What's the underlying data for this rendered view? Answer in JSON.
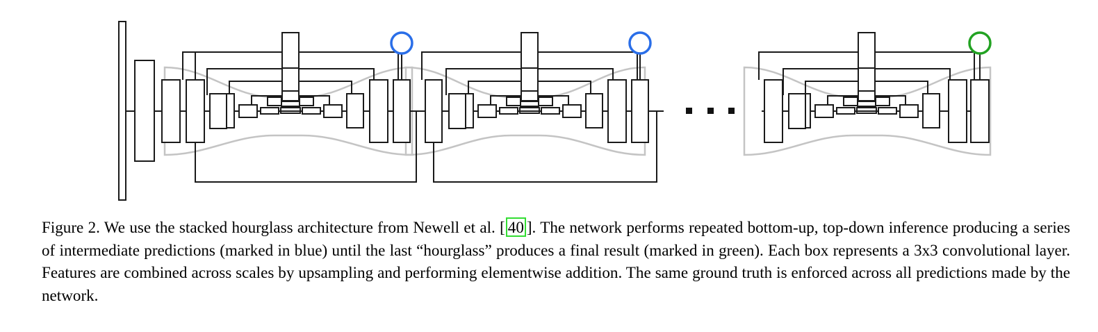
{
  "figure": {
    "ellipsis": "■ ■ ■",
    "colors": {
      "box_stroke": "#1a1a1a",
      "hourglass_stroke": "#c4c4c4",
      "intermediate_prediction": "#2a6ee8",
      "final_prediction": "#22a222"
    }
  },
  "caption": {
    "label": "Figure 2.",
    "text_before_cite": " We use the stacked hourglass architecture from Newell et al. [",
    "cite_number": "40",
    "text_after_cite": "]. The network performs repeated bottom-up, top-down inference producing a series of intermediate predictions (marked in blue) until the last “hourglass” produces a final result (marked in green). Each box represents a 3x3 convolutional layer. Features are combined across scales by upsampling and performing elementwise addition. The same ground truth is enforced across all predictions made by the network."
  }
}
